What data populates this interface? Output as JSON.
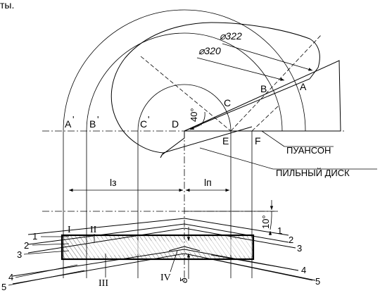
{
  "top_text": "ты.",
  "diameters": {
    "outer": "⌀322",
    "inner": "⌀320"
  },
  "points": {
    "A": "A",
    "B": "B",
    "C": "C",
    "D": "D",
    "E": "E",
    "F": "F",
    "A_prime": "A",
    "B_prime": "B",
    "C_prime": "C",
    "prime": "'"
  },
  "angles": {
    "upper": "40°",
    "lower": "10°"
  },
  "callouts": {
    "punch": "ПУАНСОН",
    "saw_disk": "ПИЛЬНЫЙ ДИСК"
  },
  "dimensions": {
    "l_z": "lз",
    "l_p": "lп",
    "delta": "δ"
  },
  "numbers": {
    "n1": "1",
    "n2": "2",
    "n3": "3",
    "n4": "4",
    "n5": "5"
  },
  "zones": {
    "z1": "I",
    "z2": "II",
    "z3": "III",
    "z4": "IV"
  }
}
